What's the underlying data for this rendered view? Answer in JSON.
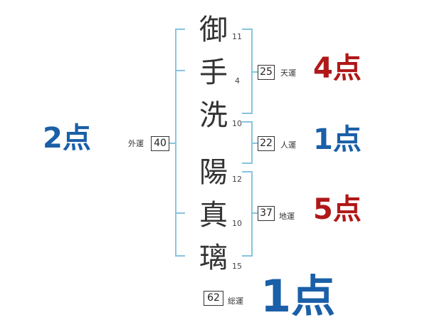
{
  "name_kanji": [
    {
      "char": "御",
      "strokes": "11"
    },
    {
      "char": "手",
      "strokes": "4"
    },
    {
      "char": "洗",
      "strokes": "10"
    },
    {
      "char": "陽",
      "strokes": "12"
    },
    {
      "char": "真",
      "strokes": "10"
    },
    {
      "char": "璃",
      "strokes": "15"
    }
  ],
  "fortunes": {
    "gaiun": {
      "label": "外運",
      "value": "40",
      "score": "2点",
      "color": "#1a5fa8"
    },
    "tenun": {
      "label": "天運",
      "value": "25",
      "score": "4点",
      "color": "#b01818"
    },
    "jinun": {
      "label": "人運",
      "value": "22",
      "score": "1点",
      "color": "#1a5fa8"
    },
    "chiun": {
      "label": "地運",
      "value": "37",
      "score": "5点",
      "color": "#b01818"
    },
    "souun": {
      "label": "総運",
      "value": "62",
      "score": "1点",
      "color": "#1a5fa8"
    }
  }
}
